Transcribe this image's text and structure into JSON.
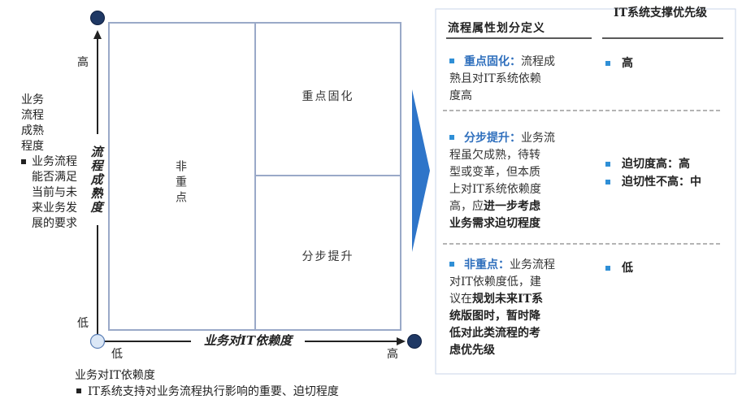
{
  "matrix": {
    "y_axis_title": "流程成熟度",
    "x_axis_title": "业务对IT依赖度",
    "y_high": "高",
    "y_low": "低",
    "x_low": "低",
    "x_high": "高",
    "quadrants": {
      "left": "非重点",
      "top_right": "重点固化",
      "bottom_right": "分步提升"
    }
  },
  "y_description": {
    "title": "业务流程成熟程度",
    "bullet": "业务流程能否满足当前与未来业务发展的要求"
  },
  "x_description": {
    "title": "业务对IT依赖度",
    "bullet": "IT系统支持对业务流程执行影响的重要、迫切程度"
  },
  "panel": {
    "header_definition": "流程属性划分定义",
    "header_priority": "IT系统支撑优先级",
    "rows": [
      {
        "keyword": "重点固化：",
        "lines": [
          "流程成",
          "熟且对IT系统依赖",
          "度高"
        ],
        "priorities": [
          "高"
        ]
      },
      {
        "keyword": "分步提升：",
        "lines": [
          "业务流",
          "程虽欠成熟，待转",
          "型或变革，但本质",
          "上对IT系统依赖度",
          "高，应",
          "进一步考虑",
          "业务需求迫切程度"
        ],
        "priorities": [
          "迫切度高：高",
          "迫切性不高：中"
        ]
      },
      {
        "keyword": "非重点：",
        "lines": [
          "业务流程",
          "对IT依赖度低，建",
          "议在",
          "规划未来IT系",
          "统版图时，暂时降",
          "低对此类流程的考",
          "虑优先级"
        ],
        "priorities": [
          "低"
        ]
      }
    ]
  },
  "colors": {
    "dark_navy": "#1f3864",
    "grid_line": "#9aa9c8",
    "accent_blue": "#2f6fbd",
    "arrow_blue": "#2e75c9",
    "origin_fill": "#dbe7f6"
  }
}
